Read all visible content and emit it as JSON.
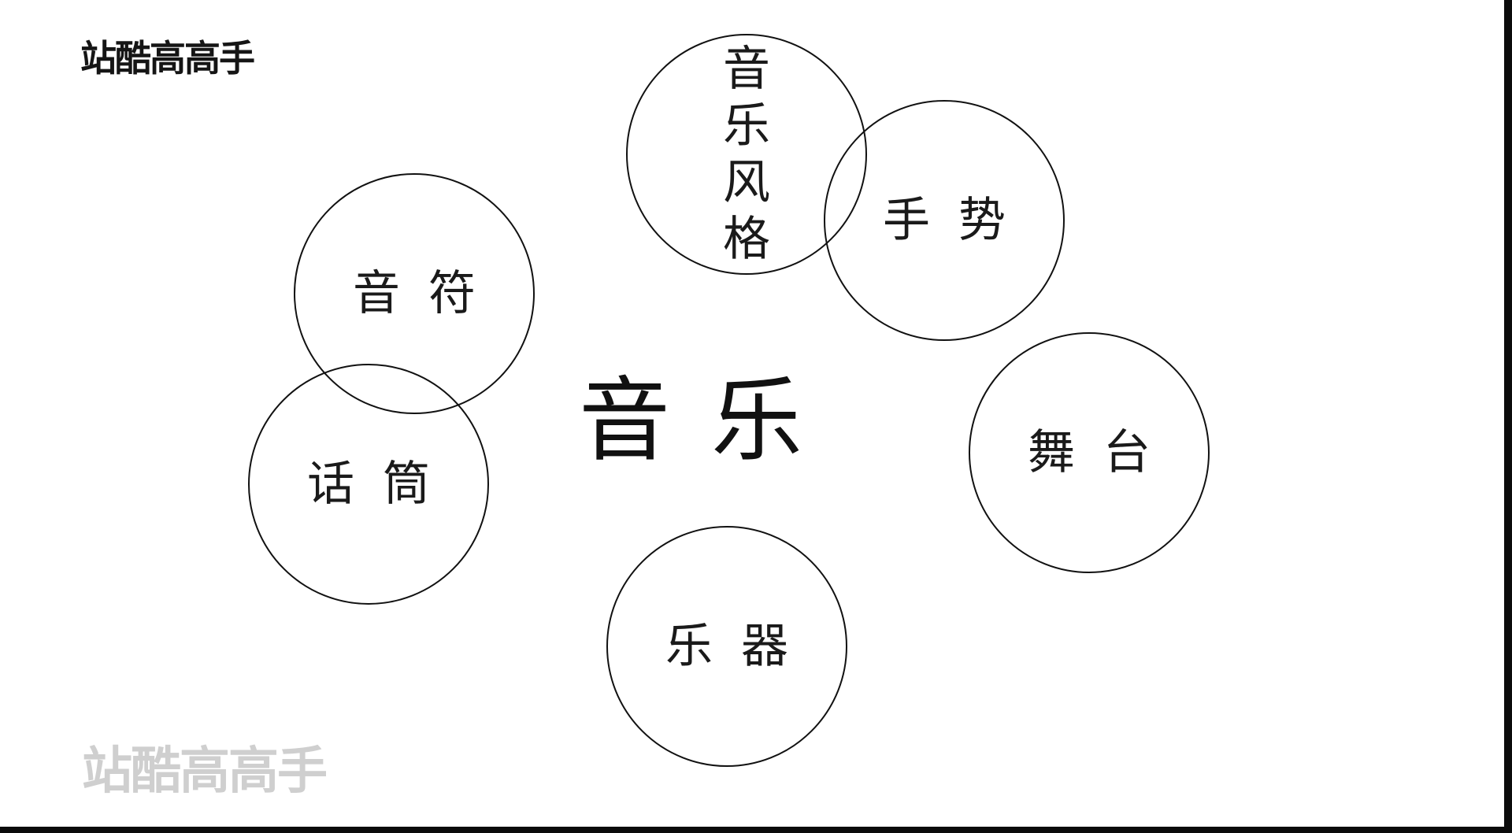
{
  "watermark": {
    "top": "站酷高高手",
    "bottom": "站酷高高手"
  },
  "diagram": {
    "center": "音乐",
    "nodes": [
      {
        "id": "music-style",
        "label": "音乐风格"
      },
      {
        "id": "gesture",
        "label": "手势"
      },
      {
        "id": "note",
        "label": "音符"
      },
      {
        "id": "microphone",
        "label": "话筒"
      },
      {
        "id": "stage",
        "label": "舞台"
      },
      {
        "id": "instrument",
        "label": "乐器"
      }
    ]
  },
  "colors": {
    "background": "#ffffff",
    "frame": "#0b0b0b",
    "stroke": "#111111",
    "watermark_top": "#151515",
    "watermark_bottom": "#cfcfcf"
  }
}
